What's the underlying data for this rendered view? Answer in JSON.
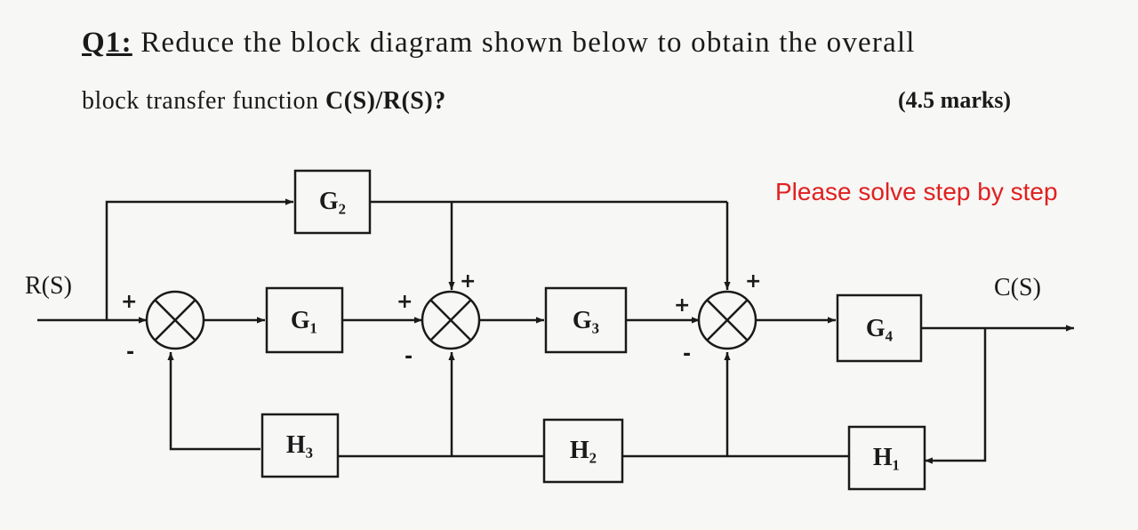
{
  "question": {
    "number": "Q1:",
    "line1_text": "Reduce the block diagram shown below to obtain the overall",
    "line2_text": "block transfer function",
    "transfer_function": "C(S)/R(S)?",
    "marks": "(4.5 marks)"
  },
  "note": "Please solve step by step",
  "diagram": {
    "input_label": "R(S)",
    "output_label": "C(S)",
    "blocks": {
      "g1": "G₁",
      "g2": "G₂",
      "g3": "G₃",
      "g4": "G₄",
      "h1": "H₁",
      "h2": "H₂",
      "h3": "H₃"
    },
    "signs": {
      "s1_in": "+",
      "s1_fb": "-",
      "s2_in": "+",
      "s2_top": "+",
      "s2_fb": "-",
      "s3_in": "+",
      "s3_top": "+",
      "s3_fb": "-"
    }
  },
  "colors": {
    "ink": "#1a1a1a",
    "note": "#e02020",
    "paper": "#f7f7f5"
  }
}
